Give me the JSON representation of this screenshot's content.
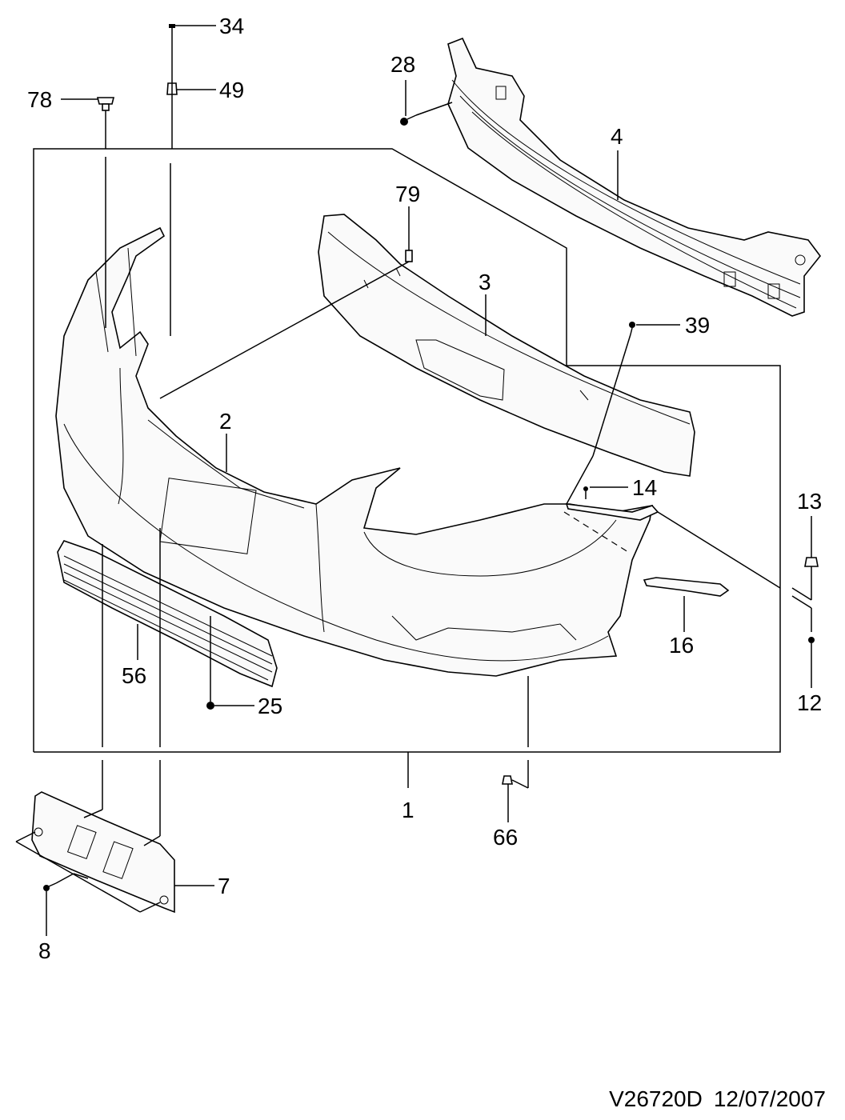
{
  "callouts": {
    "c34": "34",
    "c49": "49",
    "c78": "78",
    "c28": "28",
    "c4": "4",
    "c79": "79",
    "c3": "3",
    "c39": "39",
    "c2": "2",
    "c14": "14",
    "c13": "13",
    "c16": "16",
    "c56": "56",
    "c25": "25",
    "c12": "12",
    "c1": "1",
    "c66": "66",
    "c7": "7",
    "c8": "8"
  },
  "footer": {
    "drawing_id": "V26720D",
    "date": "12/07/2007"
  }
}
